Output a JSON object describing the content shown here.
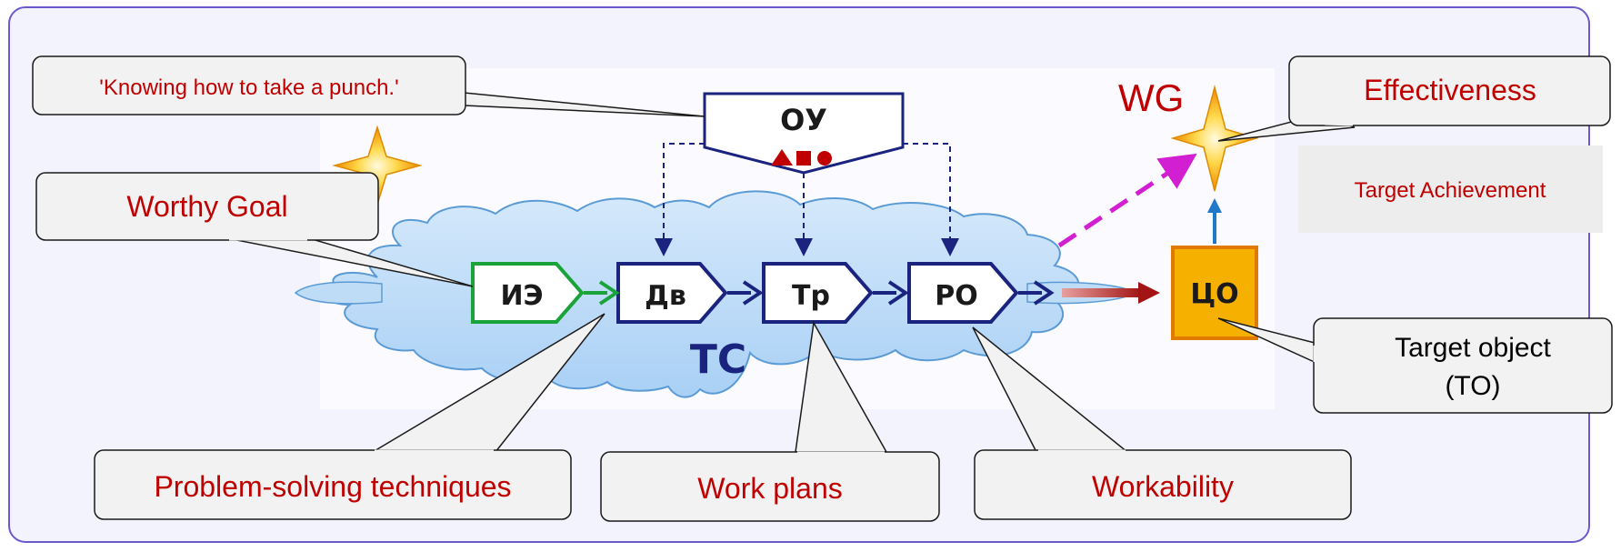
{
  "callouts": {
    "punch": "'Knowing how to take a punch.'",
    "worthy_goal": "Worthy Goal",
    "effectiveness": "Effectiveness",
    "target_achievement": "Target Achievement",
    "target_object_line1": "Target object",
    "target_object_line2": "(TO)",
    "problem_solving": "Problem-solving techniques",
    "work_plans": "Work plans",
    "workability": "Workability",
    "wg": "WG"
  },
  "diagram": {
    "ou_label": "ОУ",
    "ie_label": "ИЭ",
    "dv_label": "Дв",
    "tr_label": "Тр",
    "ro_label": "РО",
    "tso_label": "ЦО",
    "tc_label": "ТС"
  },
  "colors": {
    "frame_border": "#6a5acd",
    "frame_fill": "#f3f3fd",
    "callout_fill": "#f2f2f2",
    "callout_text_red": "#c00000",
    "cloud_fill": "#a9d0f5",
    "cloud_stroke": "#5b9bd5",
    "dark_navy": "#1a237e",
    "green": "#1aa33a",
    "arrow_red": "#a31515",
    "dashed_magenta": "#d11fd1",
    "blue_arrow": "#1f78c8",
    "orange_box": "#f5a000",
    "star_gold": "#ffc000"
  }
}
